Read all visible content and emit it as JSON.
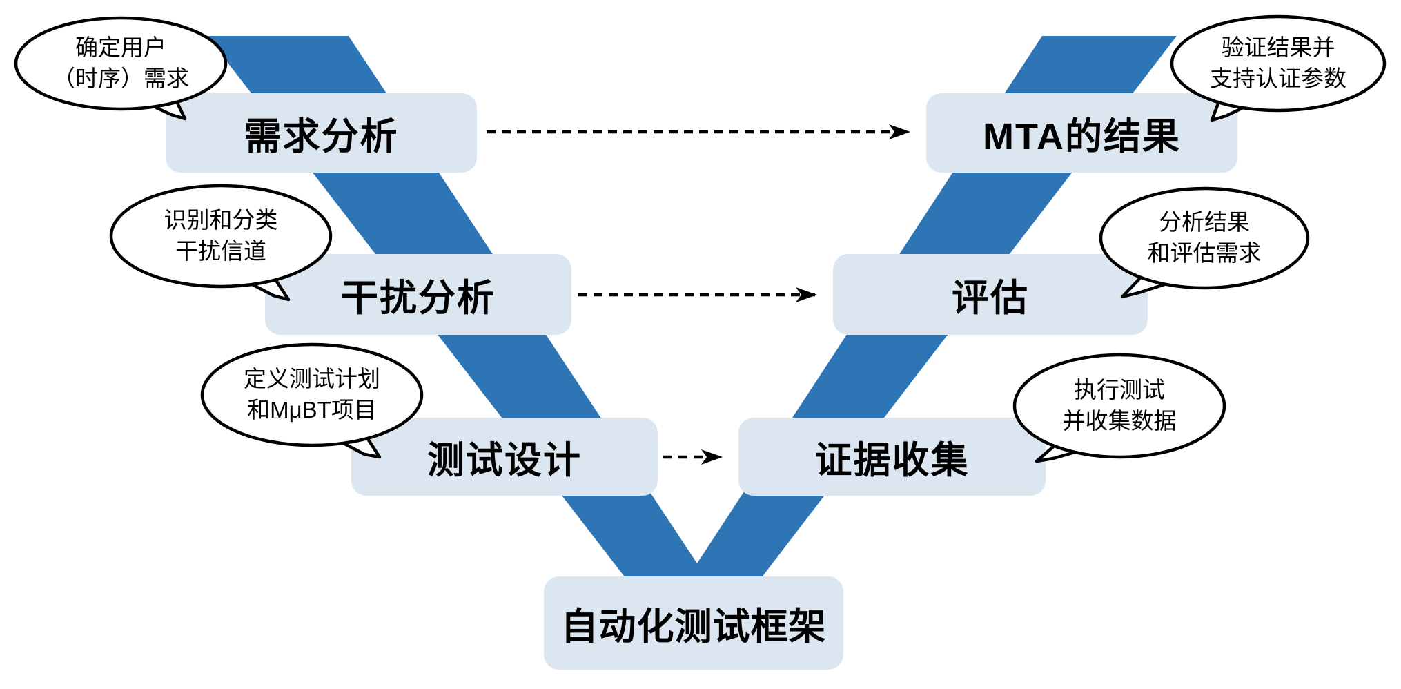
{
  "diagram_type": "v-model-process-diagram",
  "colors": {
    "v_band": "#2E75B6",
    "stage_box_fill": "#DCE6F1",
    "stage_text": "#000000",
    "bubble_fill": "#FFFFFF",
    "bubble_stroke": "#000000",
    "arrow": "#000000",
    "background": "#FFFFFF"
  },
  "stages": {
    "requirements_analysis": {
      "label": "需求分析",
      "side": "left",
      "row": 1
    },
    "interference_analysis": {
      "label": "干扰分析",
      "side": "left",
      "row": 2
    },
    "test_design": {
      "label": "测试设计",
      "side": "left",
      "row": 3
    },
    "evidence_collection": {
      "label": "证据收集",
      "side": "right",
      "row": 3
    },
    "evaluation": {
      "label": "评估",
      "side": "right",
      "row": 2
    },
    "mta_results": {
      "label": "MTA的结果",
      "side": "right",
      "row": 1
    },
    "automated_test_framework": {
      "label": "自动化测试框架",
      "side": "bottom",
      "row": 4
    }
  },
  "bubbles": {
    "requirements_note": {
      "lines": [
        "确定用户",
        "（时序）需求"
      ],
      "attached_to": "需求分析"
    },
    "interference_note": {
      "lines": [
        "识别和分类",
        "干扰信道"
      ],
      "attached_to": "干扰分析"
    },
    "test_design_note": {
      "lines": [
        "定义测试计划",
        "和MμBT项目"
      ],
      "attached_to": "测试设计"
    },
    "evidence_note": {
      "lines": [
        "执行测试",
        "并收集数据"
      ],
      "attached_to": "证据收集"
    },
    "evaluation_note": {
      "lines": [
        "分析结果",
        "和评估需求"
      ],
      "attached_to": "评估"
    },
    "mta_note": {
      "lines": [
        "验证结果并",
        "支持认证参数"
      ],
      "attached_to": "MTA的结果"
    }
  },
  "arrows": [
    {
      "from": "需求分析",
      "to": "MTA的结果",
      "style": "dashed"
    },
    {
      "from": "干扰分析",
      "to": "评估",
      "style": "dashed"
    },
    {
      "from": "测试设计",
      "to": "证据收集",
      "style": "dashed"
    }
  ]
}
